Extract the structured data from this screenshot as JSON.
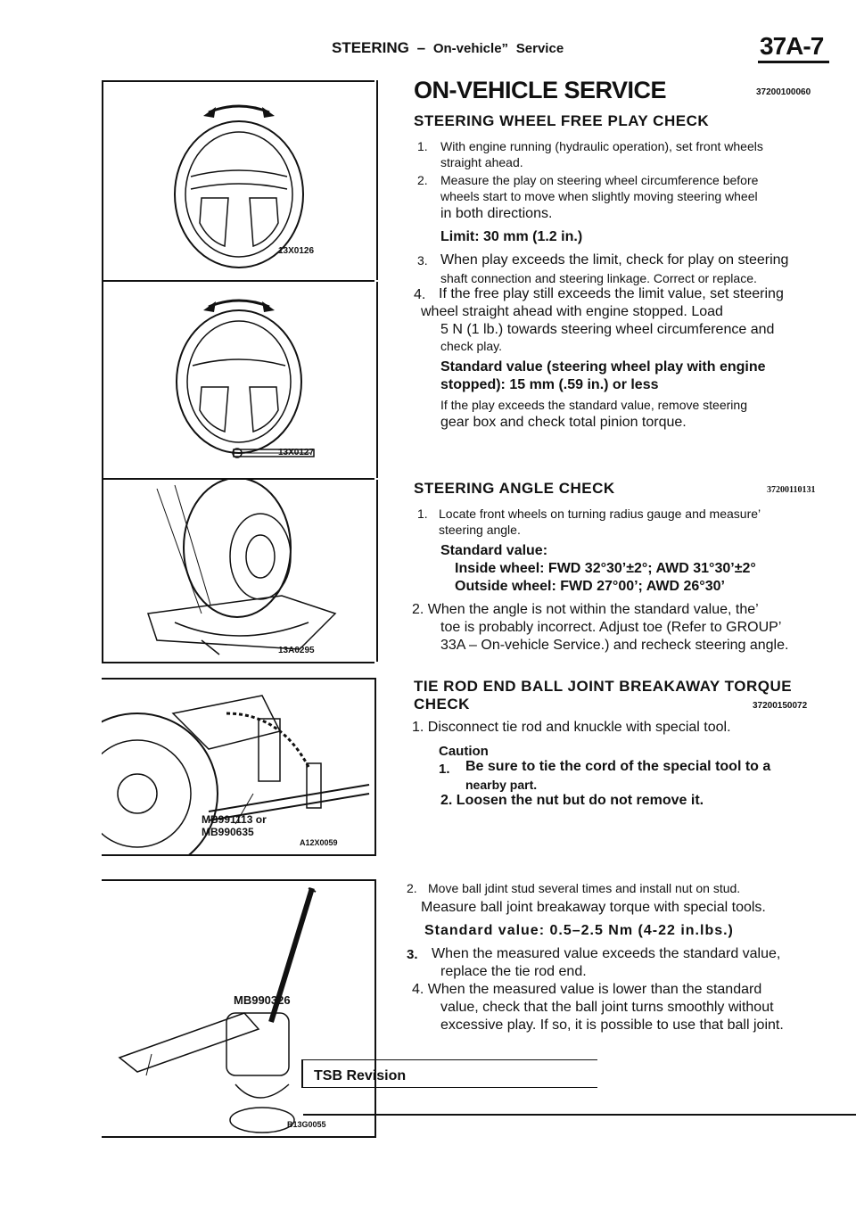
{
  "header": {
    "section": "STEERING",
    "dash": "–",
    "subtitle": "On-vehicle”",
    "subtitle2": "Service",
    "page": "37A-7"
  },
  "figures": {
    "fig1_code": "13X0126",
    "fig2_code": "13X0127",
    "fig3_code": "13A0295",
    "fig4_code": "A12X0059",
    "fig4_tool1": "MB991113",
    "fig4_or": "or",
    "fig4_tool2": "MB990635",
    "fig5_code": "B13G0055",
    "fig5_tool": "MB990326"
  },
  "main": {
    "title": "ON-VEHICLE SERVICE",
    "title_code": "37200100060",
    "s1": {
      "heading": "STEERING WHEEL FREE PLAY CHECK",
      "step1_num": "1.",
      "step1_a": "With engine running (hydraulic operation), set front wheels",
      "step1_b": "straight ahead.",
      "step2_num": "2.",
      "step2_a": "Measure the play on steering wheel circumference before",
      "step2_b": "wheels start to move when slightly moving steering wheel",
      "step2_c": "in both directions.",
      "limit": "Limit: 30 mm (1.2 in.)",
      "step3_num": "3.",
      "step3_a": "When play exceeds the limit, check for play on steering",
      "step3_b": "shaft connection and steering linkage. Correct or replace.",
      "step4_num": "4.",
      "step4_a": "If the free play still exceeds the limit value, set steering",
      "step4_b": "wheel straight ahead with engine stopped. Load",
      "step4_c": "5 N (1 lb.) towards steering wheel circumference and",
      "step4_d": "check play.",
      "std_a": "Standard value (steering wheel play with engine",
      "std_b": "stopped): 15 mm (.59 in.) or less",
      "note_a": "If the play exceeds the standard value, remove steering",
      "note_b": "gear box and check total pinion torque."
    },
    "s2": {
      "heading": "STEERING ANGLE CHECK",
      "code": "37200110131",
      "step1_num": "1.",
      "step1_a": "Locate front wheels on turning radius gauge and measure’",
      "step1_b": "steering angle.",
      "std_label": "Standard value:",
      "inside": "Inside wheel: FWD 32°30’±2°; AWD 31°30’±2°",
      "outside": "Outside wheel: FWD 27°00’; AWD 26°30’",
      "step2_a": "2. When the angle is not within the standard value, the’",
      "step2_b": "toe is probably incorrect. Adjust toe (Refer to GROUP’",
      "step2_c": "33A – On-vehicle Service.) and recheck steering angle."
    },
    "s3": {
      "heading1": "TIE ROD END BALL JOINT BREAKAWAY TORQUE",
      "heading2": "CHECK",
      "code": "37200150072",
      "step1": "1. Disconnect tie rod and knuckle with special tool.",
      "caution": "Caution",
      "c1_num": "1.",
      "c1_a": "Be sure to tie the cord of the special tool to a",
      "c1_b": "nearby part.",
      "c2": "2. Loosen the nut but do not remove it.",
      "step2_num": "2.",
      "step2_a": "Move ball jdint stud several times and install nut on stud.",
      "step2_b": "Measure ball joint breakaway torque with special tools.",
      "std": "Standard value: 0.5–2.5 Nm (4-22 in.lbs.)",
      "step3_num": "3.",
      "step3_a": "When the measured value exceeds the standard value,",
      "step3_b": "replace the tie rod end.",
      "step4_a": "4. When the measured value is lower than the standard",
      "step4_b": "value, check that the ball joint turns smoothly without",
      "step4_c": "excessive play. If so, it is possible to use that ball joint."
    }
  },
  "footer": {
    "tsb": "TSB Revision"
  }
}
